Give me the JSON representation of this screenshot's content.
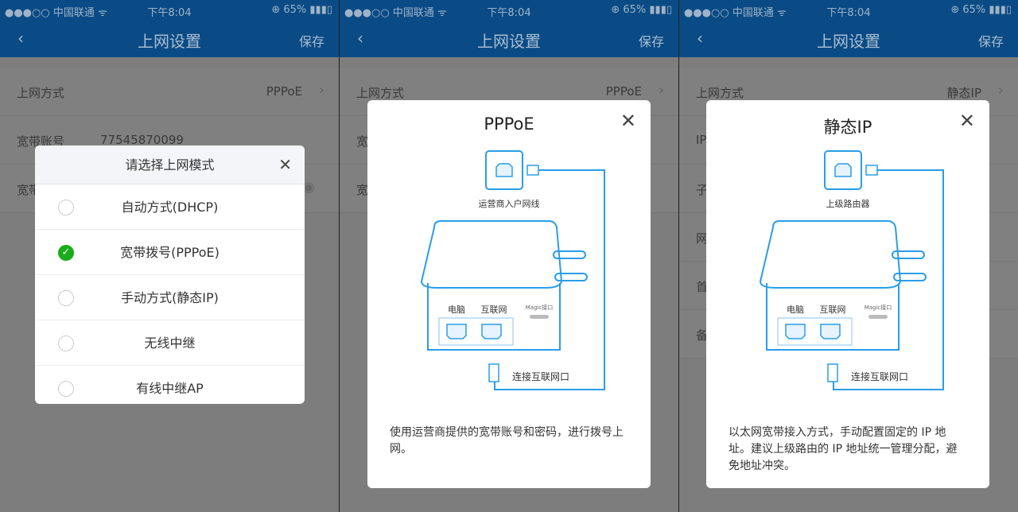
{
  "status": {
    "carrier": "●●●○○ 中国联通 ᯤ",
    "time": "下午8:04",
    "battery": "⊕ 65% ▮▮▮▯"
  },
  "nav": {
    "back": "‹",
    "title": "上网设置",
    "save": "保存"
  },
  "panel1": {
    "rows": [
      {
        "label": "上网方式",
        "value": "PPPoE"
      },
      {
        "label": "宽带账号",
        "value": "77545870099"
      },
      {
        "label": "宽带"
      }
    ],
    "picker": {
      "title": "请选择上网模式",
      "options": [
        {
          "label": "自动方式(DHCP)",
          "selected": false
        },
        {
          "label": "宽带拨号(PPPoE)",
          "selected": true
        },
        {
          "label": "手动方式(静态IP)",
          "selected": false
        },
        {
          "label": "无线中继",
          "selected": false
        },
        {
          "label": "有线中继AP",
          "selected": false
        }
      ]
    }
  },
  "panel2": {
    "rows": [
      {
        "label": "上网方式",
        "value": "PPPoE"
      },
      {
        "label": "宽"
      },
      {
        "label": "宽"
      }
    ],
    "dialog": {
      "title": "PPPoE",
      "source_label": "运营商入户网线",
      "port_pc": "电脑",
      "port_wan": "互联网",
      "magic": "Magic接口",
      "connect": "连接互联网口",
      "desc": "使用运营商提供的宽带账号和密码，进行拨号上网。"
    }
  },
  "panel3": {
    "rows": [
      {
        "label": "上网方式",
        "value": "静态IP"
      },
      {
        "label": "IP"
      },
      {
        "label": "子"
      },
      {
        "label": "网"
      },
      {
        "label": "首"
      },
      {
        "label": "备"
      }
    ],
    "dialog": {
      "title": "静态IP",
      "source_label": "上级路由器",
      "port_pc": "电脑",
      "port_wan": "互联网",
      "magic": "Magic接口",
      "connect": "连接互联网口",
      "desc": "以太网宽带接入方式，手动配置固定的 IP 地址。建议上级路由的 IP 地址统一管理分配，避免地址冲突。"
    }
  },
  "colors": {
    "accent": "#2a9de8",
    "header": "#0a4b85",
    "selected": "#1aad19"
  }
}
